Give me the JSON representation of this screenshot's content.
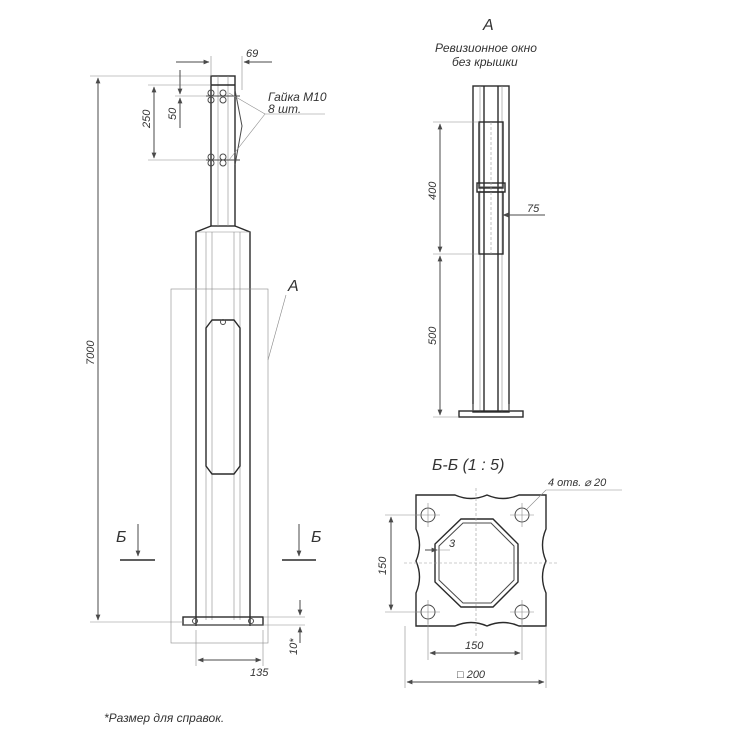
{
  "labels": {
    "dim_69": "69",
    "dim_250": "250",
    "dim_50": "50",
    "nut_line1": "Гайка М10",
    "nut_line2": "8 шт.",
    "dim_7000": "7000",
    "view_a_callout": "A",
    "section_mark_left": "Б",
    "section_mark_right": "Б",
    "dim_135": "135",
    "dim_10": "10*",
    "footnote": "*Размер для справок."
  },
  "view_a": {
    "title": "A",
    "subtitle_line1": "Ревизионное окно",
    "subtitle_line2": "без крышки",
    "dim_400": "400",
    "dim_75": "75",
    "dim_500": "500"
  },
  "section_bb": {
    "title": "Б-Б (1 : 5)",
    "holes_note": "4 отв. ⌀ 20",
    "dim_3": "3",
    "dim_150_vertical": "150",
    "dim_150_horizontal": "150",
    "dim_200": "□ 200"
  }
}
